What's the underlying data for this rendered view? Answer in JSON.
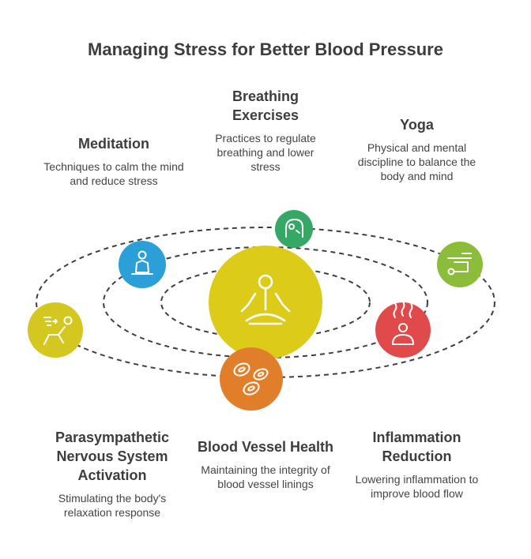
{
  "title": "Managing Stress for Better Blood Pressure",
  "items": [
    {
      "title": "Meditation",
      "desc": "Techniques to calm the mind and reduce stress",
      "color": "#2a9fd8",
      "icon": "meditating-person-icon"
    },
    {
      "title": "Breathing Exercises",
      "desc": "Practices to regulate breathing and lower stress",
      "color": "#35a866",
      "icon": "head-breathing-icon"
    },
    {
      "title": "Yoga",
      "desc": "Physical and mental discipline to balance the body and mind",
      "color": "#8cbd3a",
      "icon": "yoga-pose-icon"
    },
    {
      "title": "Inflammation Reduction",
      "desc": "Lowering inflammation to improve blood flow",
      "color": "#e04a4a",
      "icon": "person-heat-icon"
    },
    {
      "title": "Blood Vessel Health",
      "desc": "Maintaining the integrity of blood vessel linings",
      "color": "#e07e2a",
      "icon": "blood-cells-icon"
    },
    {
      "title": "Parasympathetic Nervous System Activation",
      "desc": "Stimulating the body's relaxation response",
      "color": "#d4c720",
      "icon": "relaxing-person-icon"
    }
  ],
  "center": {
    "color": "#dccb18",
    "icon": "center-meditation-icon"
  }
}
